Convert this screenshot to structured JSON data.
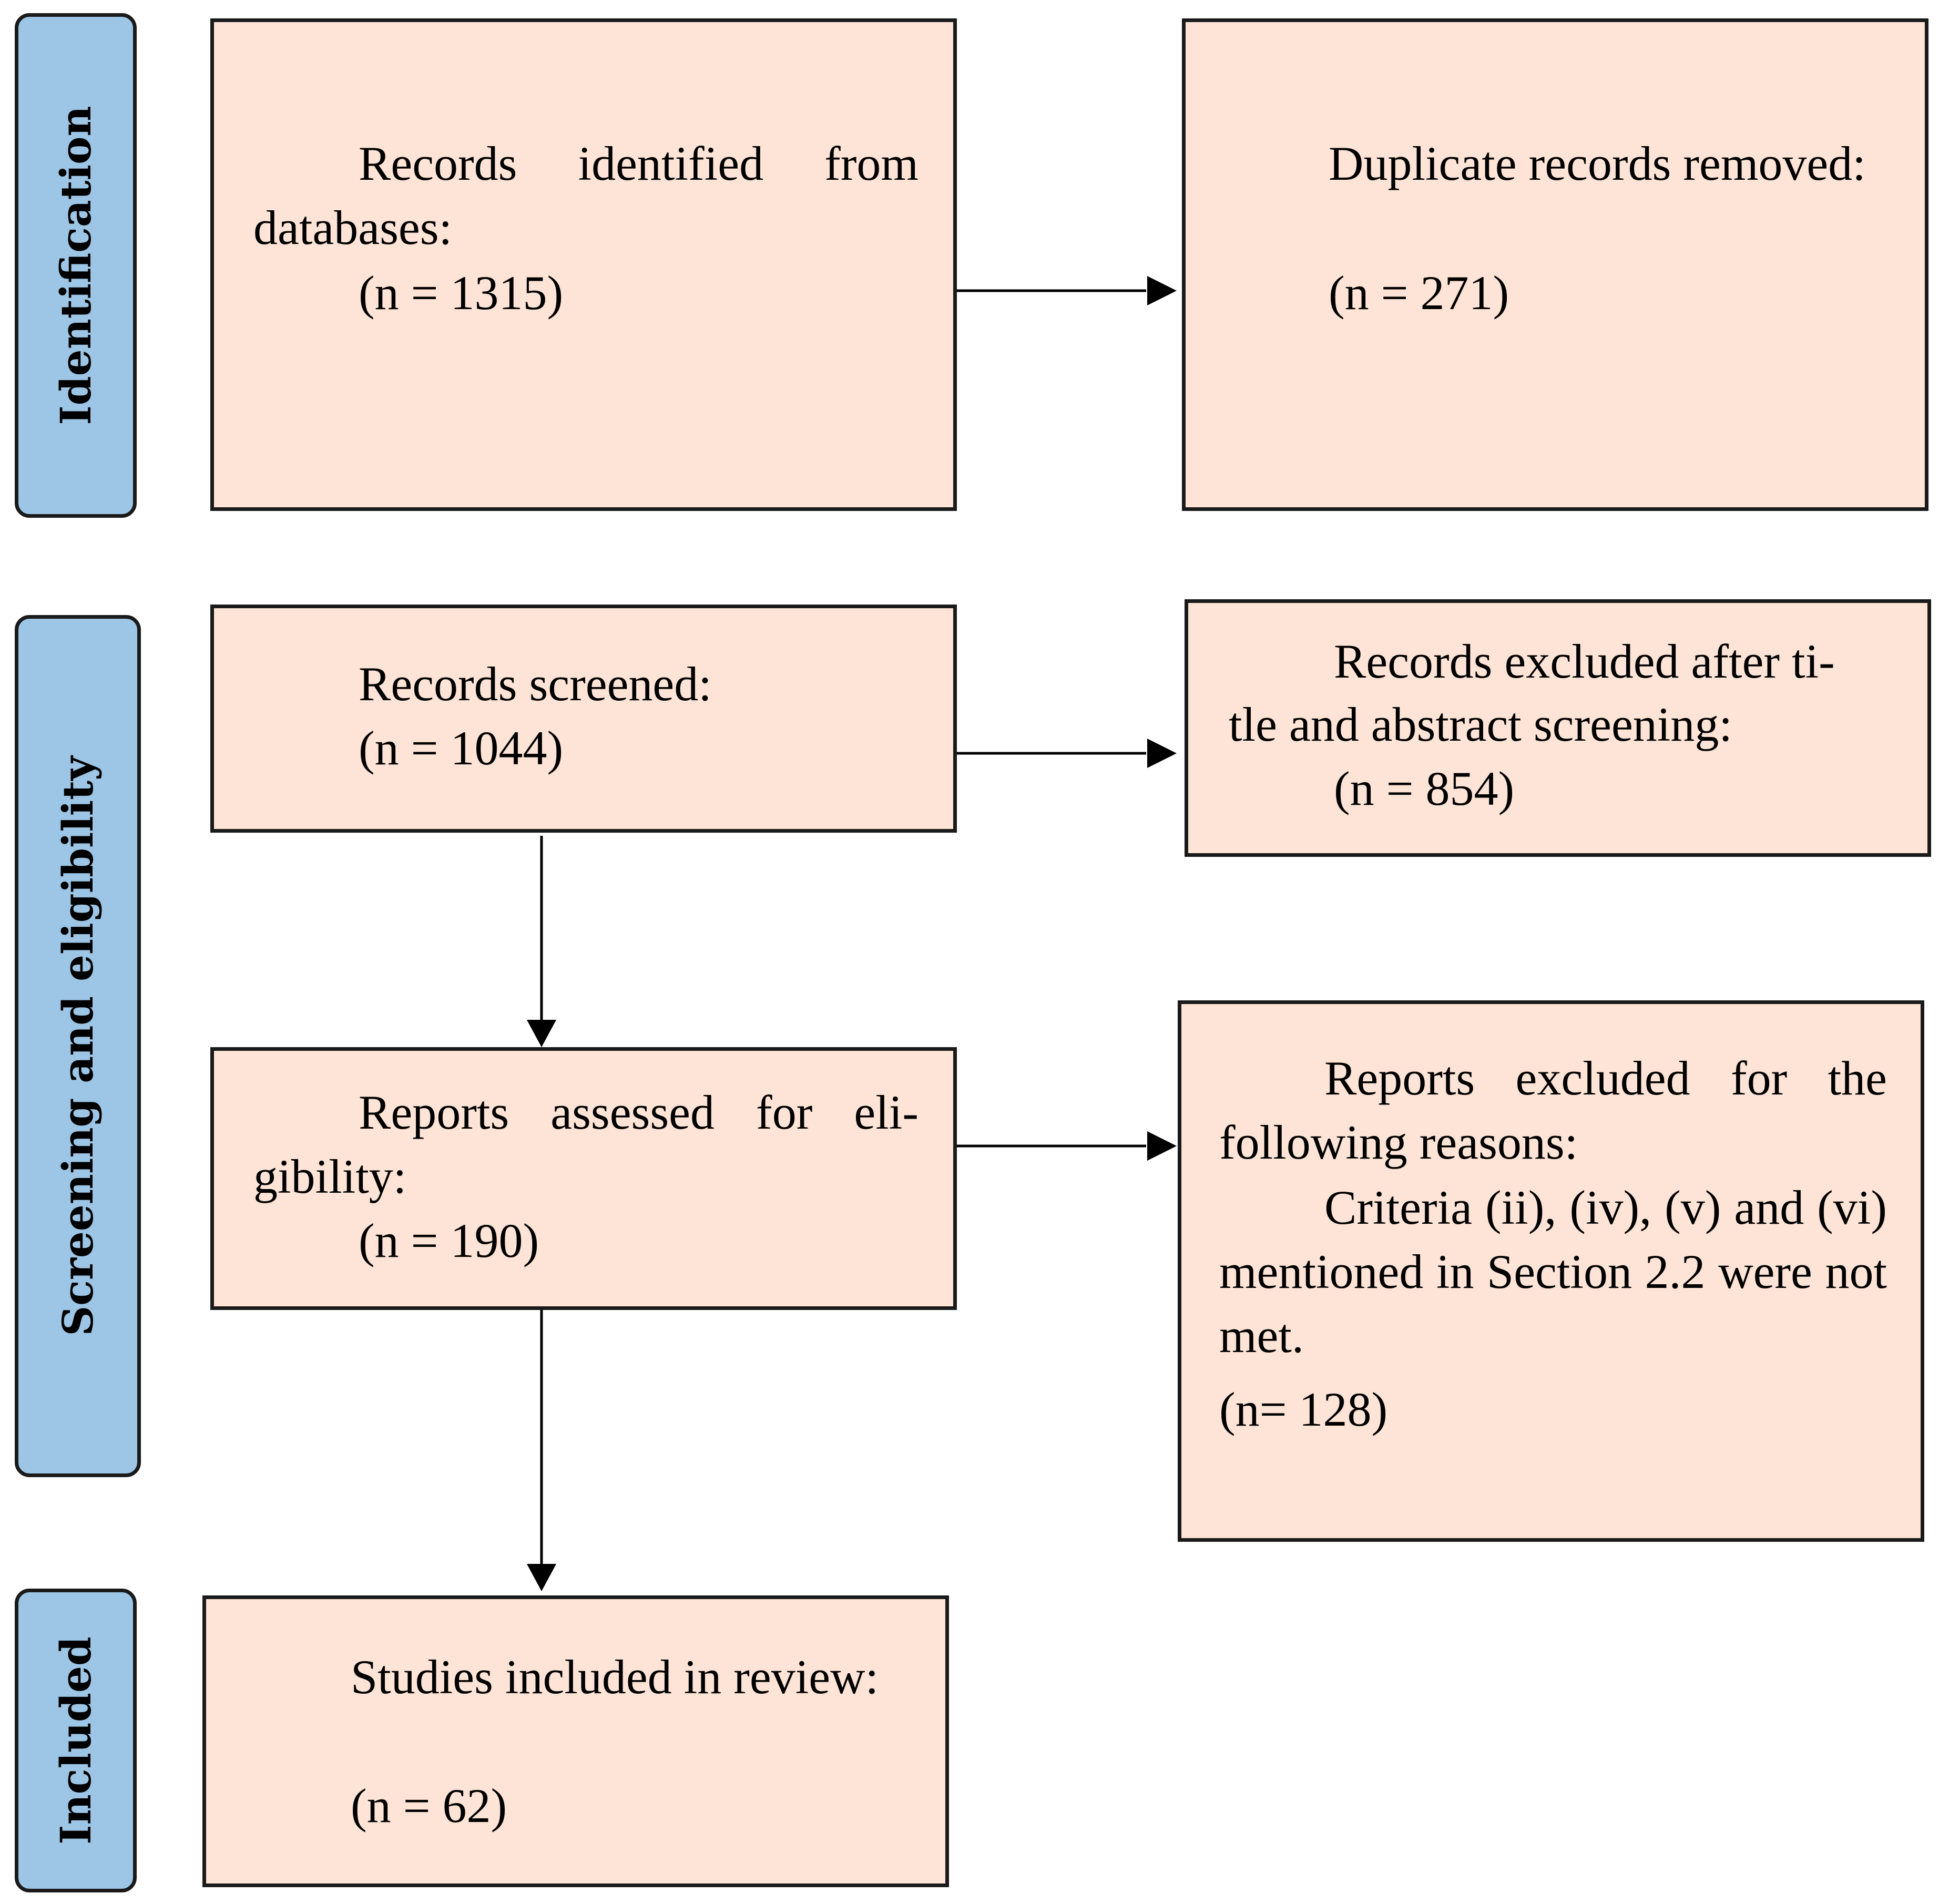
{
  "phases": {
    "identification": "Identification",
    "screening": "Screening and eligibility",
    "included": "Included"
  },
  "boxes": {
    "records_identified": {
      "text": "Records identified from databases:",
      "count": "(n = 1315)"
    },
    "duplicates_removed": {
      "text": "Duplicate records re­moved:",
      "count": "(n = 271)"
    },
    "records_screened": {
      "text": "Records screened:",
      "count": "(n = 1044)"
    },
    "records_excluded": {
      "line1": "Records excluded after ti-",
      "line2": "tle and abstract screening:",
      "count": "(n = 854)"
    },
    "reports_assessed": {
      "text": "Reports assessed for eli­gibility:",
      "count": "(n = 190)"
    },
    "reports_excluded": {
      "intro": "Reports excluded for the following reasons:",
      "criteria": "Criteria (ii), (iv), (v) and (vi) mentioned in Section 2.2 were not met.",
      "count": "(n= 128)"
    },
    "studies_included": {
      "text": "Studies included in re­view:",
      "count": "(n = 62)"
    }
  }
}
